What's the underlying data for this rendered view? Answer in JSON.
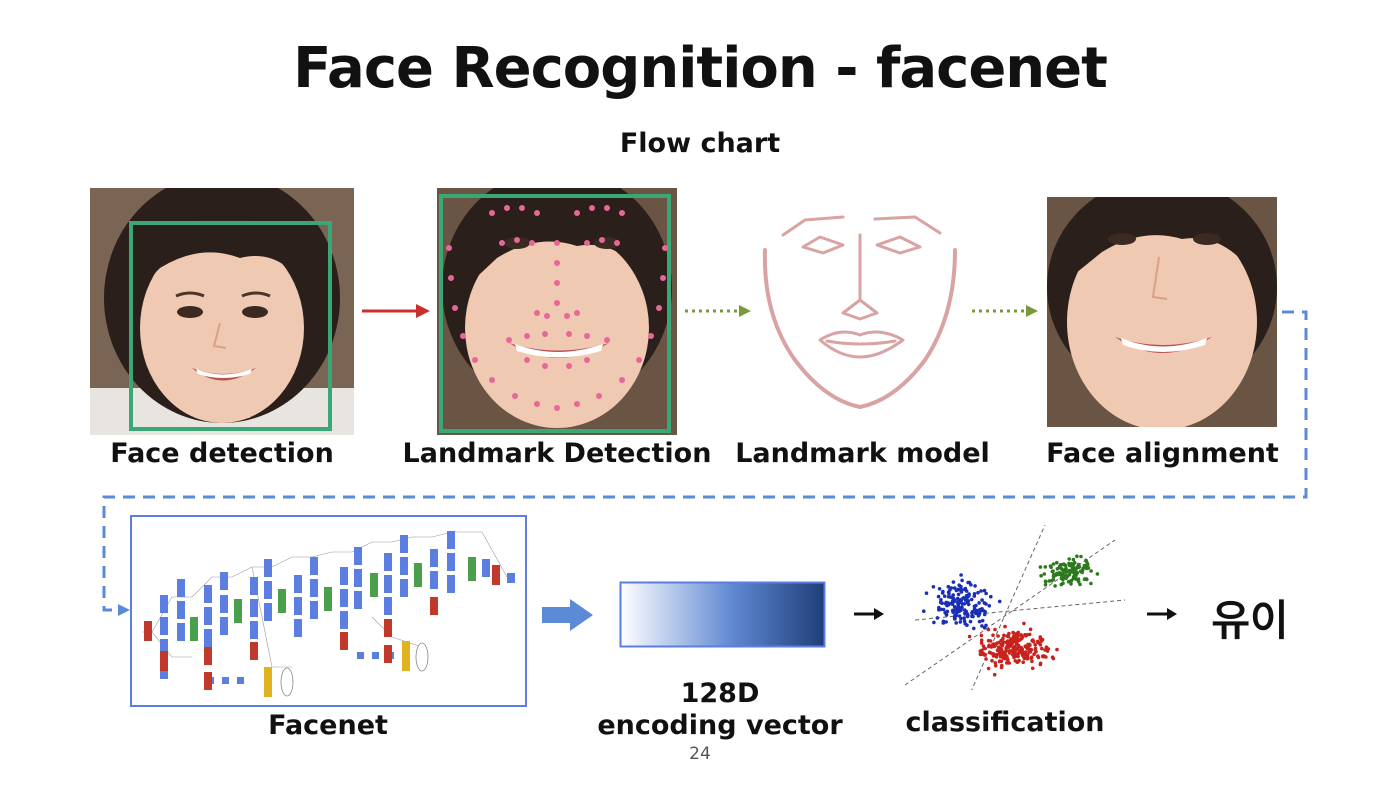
{
  "title": "Face Recognition - facenet",
  "subtitle": "Flow chart",
  "steps": {
    "face_detection": "Face detection",
    "landmark_detection": "Landmark Detection",
    "landmark_model": "Landmark model",
    "face_alignment": "Face alignment",
    "facenet": "Facenet",
    "encoding_line1": "128D",
    "encoding_line2": "encoding vector",
    "classification": "classification",
    "result_label": "유이"
  },
  "page_number": "24",
  "colors": {
    "detection_box": "#3aa876",
    "red_arrow": "#c9302c",
    "green_dotted_arrow": "#7a9a3a",
    "dashed_connector": "#5b8bd6",
    "landmark_points": "#e8679a",
    "landmark_outline": "#d9a3a3",
    "facenet_frame": "#5b7ee0",
    "cluster_blue": "#1a2fb5",
    "cluster_red": "#c8231d",
    "cluster_green": "#2d7a1e"
  }
}
